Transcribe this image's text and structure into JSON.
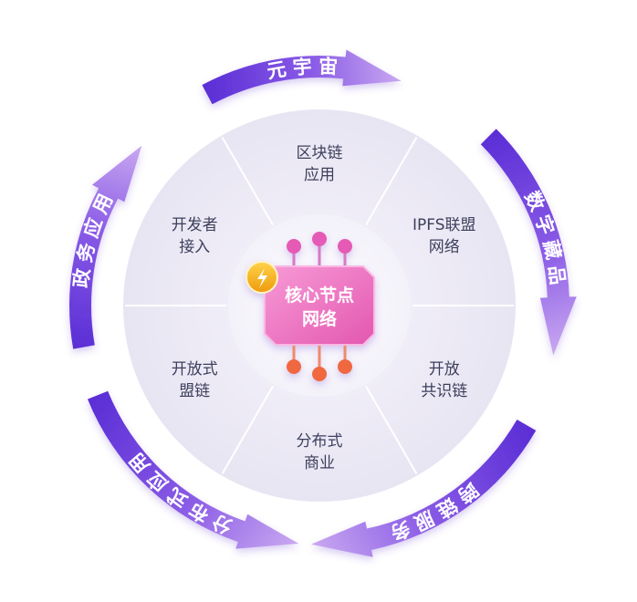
{
  "arrows": [
    {
      "label": "元宇宙"
    },
    {
      "label": "数字藏品"
    },
    {
      "label": "跨链服务"
    },
    {
      "label": "分布式应用"
    },
    {
      "label": "政务应用"
    }
  ],
  "segments": [
    {
      "line1": "区块链",
      "line2": "应用"
    },
    {
      "line1": "IPFS联盟",
      "line2": "网络"
    },
    {
      "line1": "开放",
      "line2": "共识链"
    },
    {
      "line1": "分布式",
      "line2": "商业"
    },
    {
      "line1": "开放式",
      "line2": "盟链"
    },
    {
      "line1": "开发者",
      "line2": "接入"
    }
  ],
  "core": {
    "line1": "核心节点",
    "line2": "网络"
  },
  "colors": {
    "arrow_dark": "#5b2fd6",
    "arrow_light": "#c9a8f0",
    "disc": "#eeecf6",
    "core_pink": "#f06fc1",
    "node_top": "#e55ab5",
    "node_bottom": "#f0683f",
    "coin": "#f3a412"
  }
}
